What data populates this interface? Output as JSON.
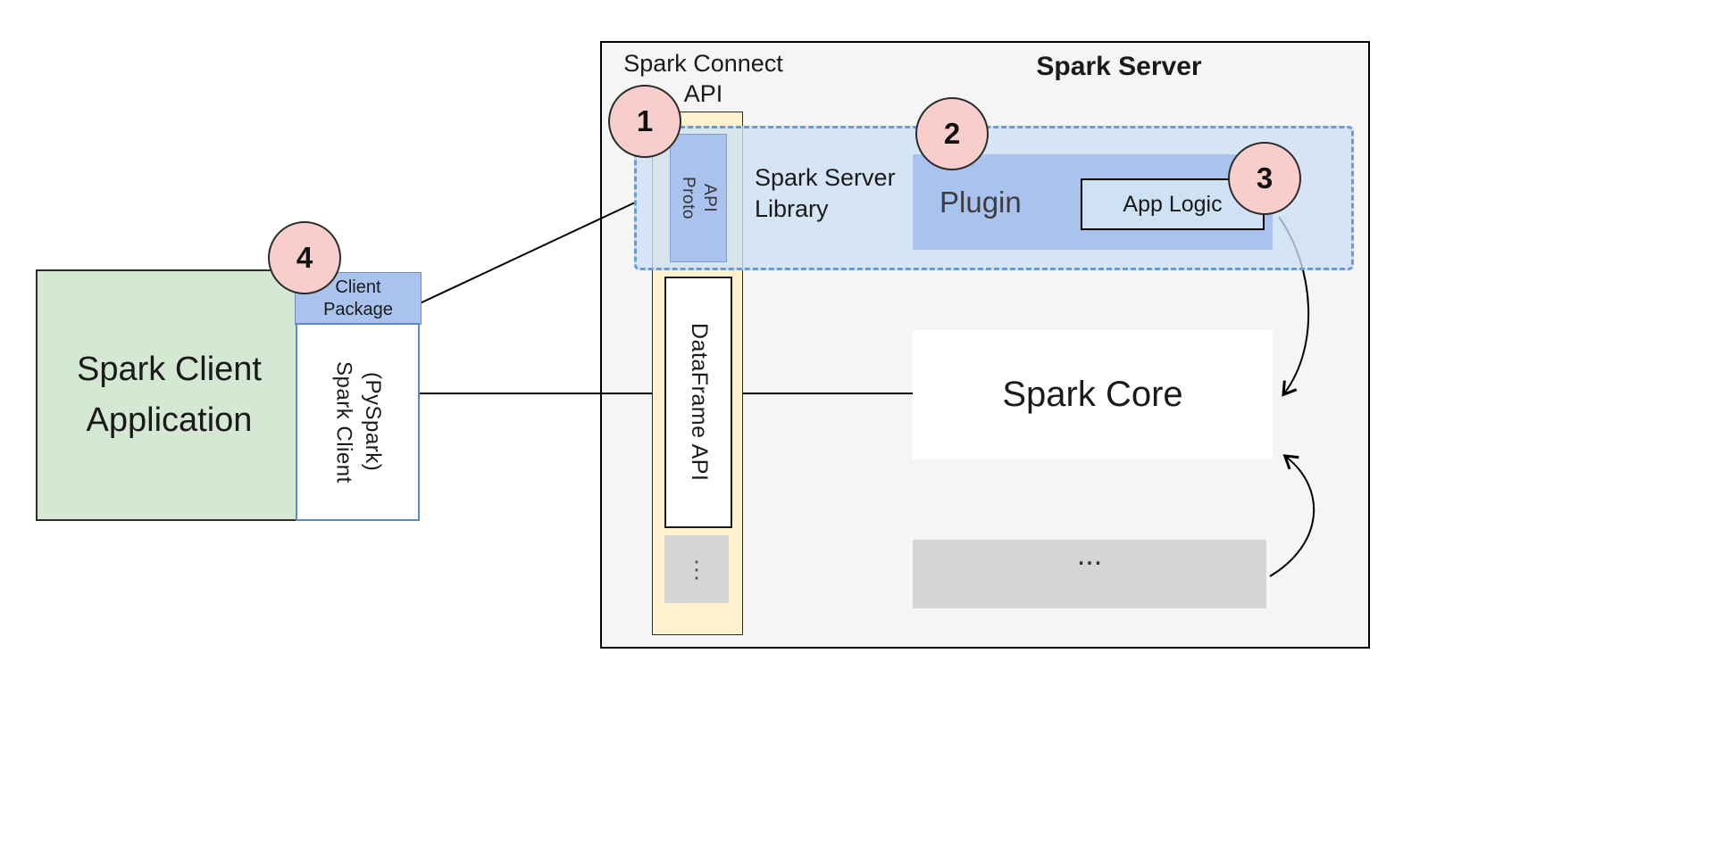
{
  "client": {
    "app_label": "Spark Client\nApplication",
    "package_label": "Client\nPackage",
    "client_box_label": "Spark Client\n(PySpark)"
  },
  "server": {
    "title": "Spark Server",
    "connect_api_label": "Spark Connect\nAPI",
    "proto_api_label": "Proto\nAPI",
    "dataframe_api_label": "DataFrame API",
    "api_column_ellipsis": "⋮",
    "library_label": "Spark Server\nLibrary",
    "plugin_label": "Plugin",
    "app_logic_label": "App Logic",
    "core_label": "Spark Core",
    "core_ellipsis": "..."
  },
  "badges": {
    "one": "1",
    "two": "2",
    "three": "3",
    "four": "4"
  },
  "colors": {
    "client_app_fill": "#d5e8d4",
    "blue_fill": "#a9c3ee",
    "app_logic_fill": "#cfe2f3",
    "library_fill": "#cde0f5",
    "library_dashed_border": "#6b9bd2",
    "api_column_fill": "#fff2cc",
    "badge_fill": "#f8cecc",
    "gray_fill": "#d5d5d5",
    "server_fill": "#f5f5f5",
    "client_box_border": "#5b87d5"
  }
}
